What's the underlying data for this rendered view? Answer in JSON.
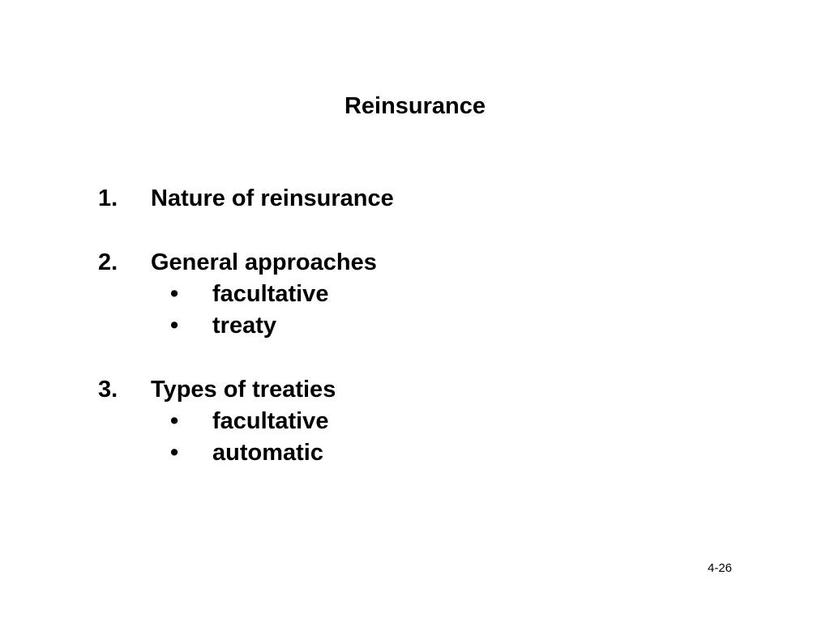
{
  "slide": {
    "title": "Reinsurance",
    "items": [
      {
        "number": "1.",
        "text": "Nature of reinsurance",
        "sub_items": []
      },
      {
        "number": "2.",
        "text": "General approaches",
        "sub_items": [
          "facultative",
          "treaty"
        ]
      },
      {
        "number": "3.",
        "text": "Types of treaties",
        "sub_items": [
          "facultative",
          "automatic"
        ]
      }
    ],
    "bullet_glyph": "•",
    "page_number": "4-26"
  }
}
